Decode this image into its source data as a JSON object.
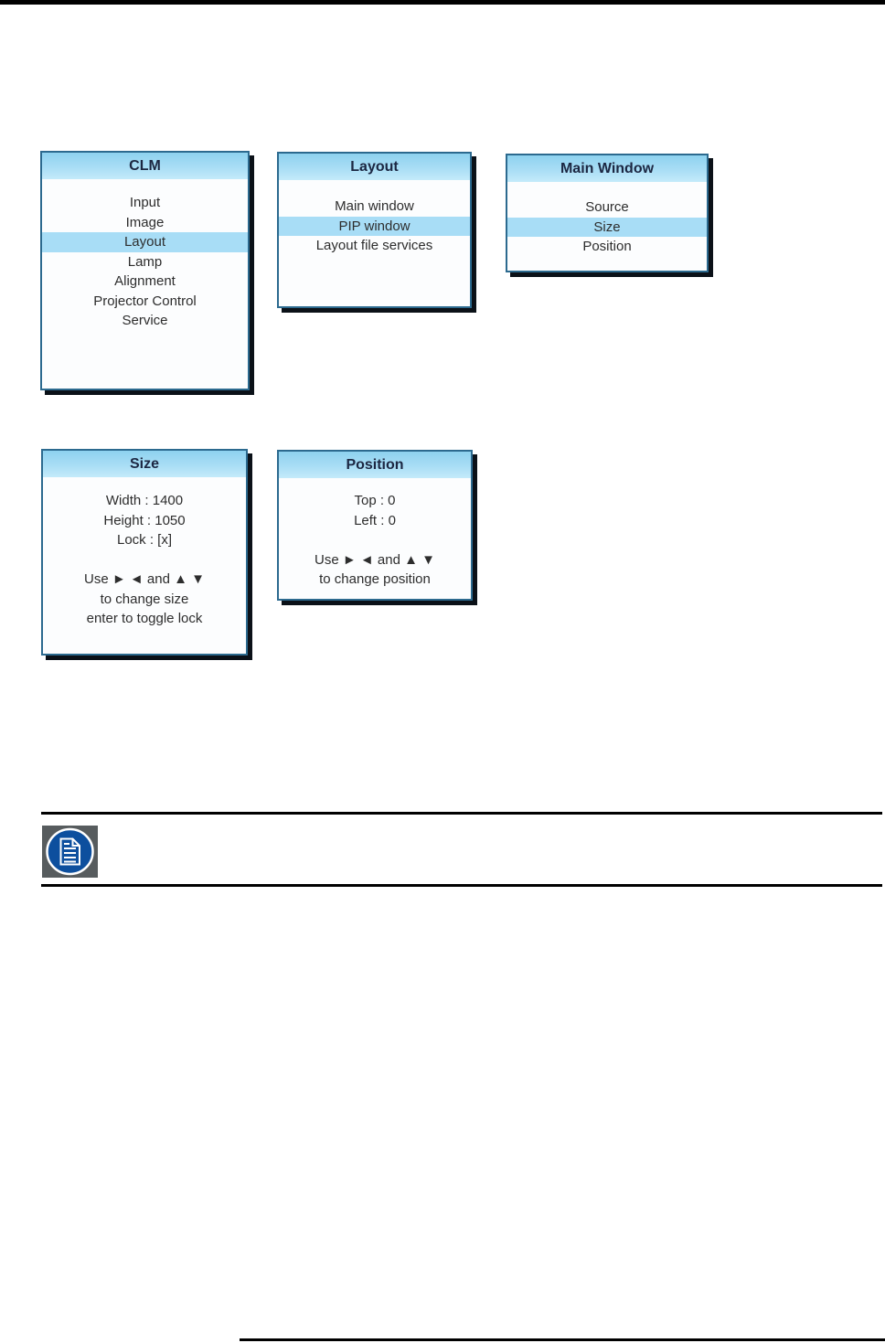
{
  "page": {
    "background": "#ffffff",
    "top_bar_color": "#000000",
    "rule_color": "#000000"
  },
  "colors": {
    "menu_header_bg_top": "#8ed2ef",
    "menu_header_bg_bottom": "#c4eafa",
    "menu_highlight_bg": "#a8ddf6",
    "menu_border": "#2c6a8f",
    "menu_shadow": "#0b1118",
    "menu_title_text": "#1c2742",
    "menu_item_text": "#2d2d2d",
    "note_icon_square": "#575c5e",
    "note_icon_circle": "#0d4f9e"
  },
  "icons": {
    "note": "note-document-icon"
  },
  "menus": [
    {
      "title": "CLM",
      "items": [
        {
          "label": "Input",
          "highlighted": false
        },
        {
          "label": "Image",
          "highlighted": false
        },
        {
          "label": "Layout",
          "highlighted": true
        },
        {
          "label": "Lamp",
          "highlighted": false
        },
        {
          "label": "Alignment",
          "highlighted": false
        },
        {
          "label": "Projector Control",
          "highlighted": false
        },
        {
          "label": "Service",
          "highlighted": false
        }
      ]
    },
    {
      "title": "Layout",
      "items": [
        {
          "label": "Main window",
          "highlighted": false
        },
        {
          "label": "PIP window",
          "highlighted": true
        },
        {
          "label": "Layout file services",
          "highlighted": false
        }
      ]
    },
    {
      "title": "Main Window",
      "items": [
        {
          "label": "Source",
          "highlighted": false
        },
        {
          "label": "Size",
          "highlighted": true
        },
        {
          "label": "Position",
          "highlighted": false
        }
      ]
    }
  ],
  "panels": [
    {
      "title": "Size",
      "lines": [
        "Width : 1400",
        "Height : 1050",
        "Lock : [x]",
        "",
        "Use ► ◄ and ▲ ▼",
        "to change size",
        "enter to toggle lock"
      ]
    },
    {
      "title": "Position",
      "lines": [
        "Top : 0",
        "Left : 0",
        "",
        "Use ► ◄ and ▲ ▼",
        "to change position"
      ]
    }
  ]
}
